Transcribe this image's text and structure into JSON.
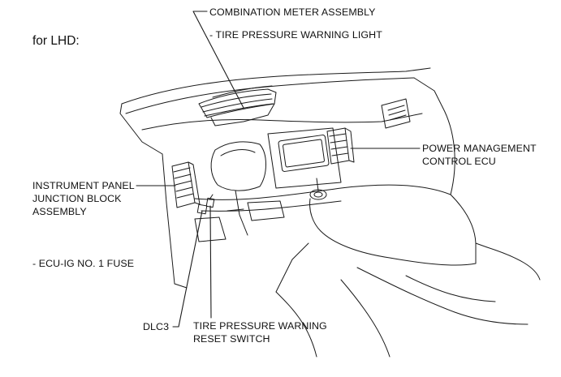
{
  "heading": "for LHD:",
  "callouts": {
    "combination_meter": "COMBINATION METER ASSEMBLY",
    "tire_warning_light": "- TIRE PRESSURE WARNING LIGHT",
    "power_mgmt_line1": "POWER MANAGEMENT",
    "power_mgmt_line2": "CONTROL ECU",
    "ip_jb_line1": "INSTRUMENT PANEL",
    "ip_jb_line2": "JUNCTION BLOCK",
    "ip_jb_line3": "ASSEMBLY",
    "ecu_ig_fuse": "- ECU-IG NO. 1 FUSE",
    "dlc3": "DLC3",
    "reset_switch_line1": "TIRE PRESSURE WARNING",
    "reset_switch_line2": "RESET SWITCH"
  }
}
